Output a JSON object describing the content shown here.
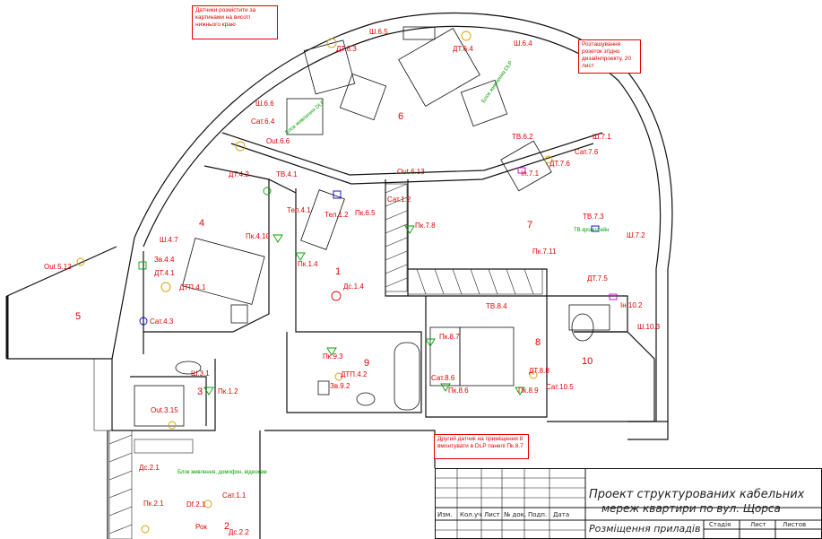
{
  "notes": {
    "sensors_top": "Датчики розмістити за картинами на висоті нижнього краю",
    "outlets_right": "Розташування розеток згідно дизайнпроекту, 20 лист",
    "second_sensor": "Другий датчик на приміщення 8 вмонтувати в DLP панелі Пк.8.7"
  },
  "rooms": [
    "1",
    "2",
    "3",
    "4",
    "5",
    "6",
    "7",
    "8",
    "9",
    "10"
  ],
  "devices": [
    "ДТ.6.3",
    "Ш.6.5",
    "ДТ.6.4",
    "Ш.6.4",
    "Ш.6.6",
    "Сат.6.4",
    "Out.6.6",
    "ДТ.4.2",
    "ТВ.4.1",
    "Out.6.13",
    "ТВ.6.2",
    "In.7.1",
    "ДТ.7.6",
    "Ш.7.1",
    "Сат.7.6",
    "Тел.4.1",
    "Тел.1.2",
    "Пк.6.5",
    "Сат.1.2",
    "Пк.7.8",
    "ТВ.7.3",
    "Ш.7.2",
    "Ш.4.7",
    "Пк.4.10",
    "Пк.7.11",
    "Зв.4.4",
    "ДТ.4.1",
    "Пк.1.4",
    "ДТП.4.1",
    "Дс.1.4",
    "ДТ.7.5",
    "Out.5.12",
    "ТВ.8.4",
    "Ін.10.2",
    "Сат.4.3",
    "Ш.10.3",
    "Пк.8.7",
    "Ш.3.1",
    "Пк.9.3",
    "ДТП.4.2",
    "Сат.8.6",
    "ДТ.8.8",
    "Зв.9.2",
    "Пк.1.2",
    "Пк.8.6",
    "Пк.8.9",
    "Сат.10.5",
    "Out.3.15",
    "Дс.2.1",
    "Пк.2.1",
    "Df.2.1",
    "Сат.1.1",
    "Дс.2.2",
    "Рок"
  ],
  "green_labels": [
    "Блок живлення DLP",
    "Блок живлення DLP",
    "ТВ кронштейн",
    "Блок живлення, домофон, відеокам"
  ],
  "stamp": {
    "title_line1": "Проект структурованих кабельних",
    "title_line2": "мереж квартири по вул. Щорса",
    "subtitle": "Розміщення приладів",
    "cols": [
      "Изм.",
      "Кол.уч",
      "Лист",
      "№ док.",
      "Подп.",
      "Дата"
    ],
    "right_cols": [
      "Стадія",
      "Лист",
      "Листов"
    ]
  }
}
